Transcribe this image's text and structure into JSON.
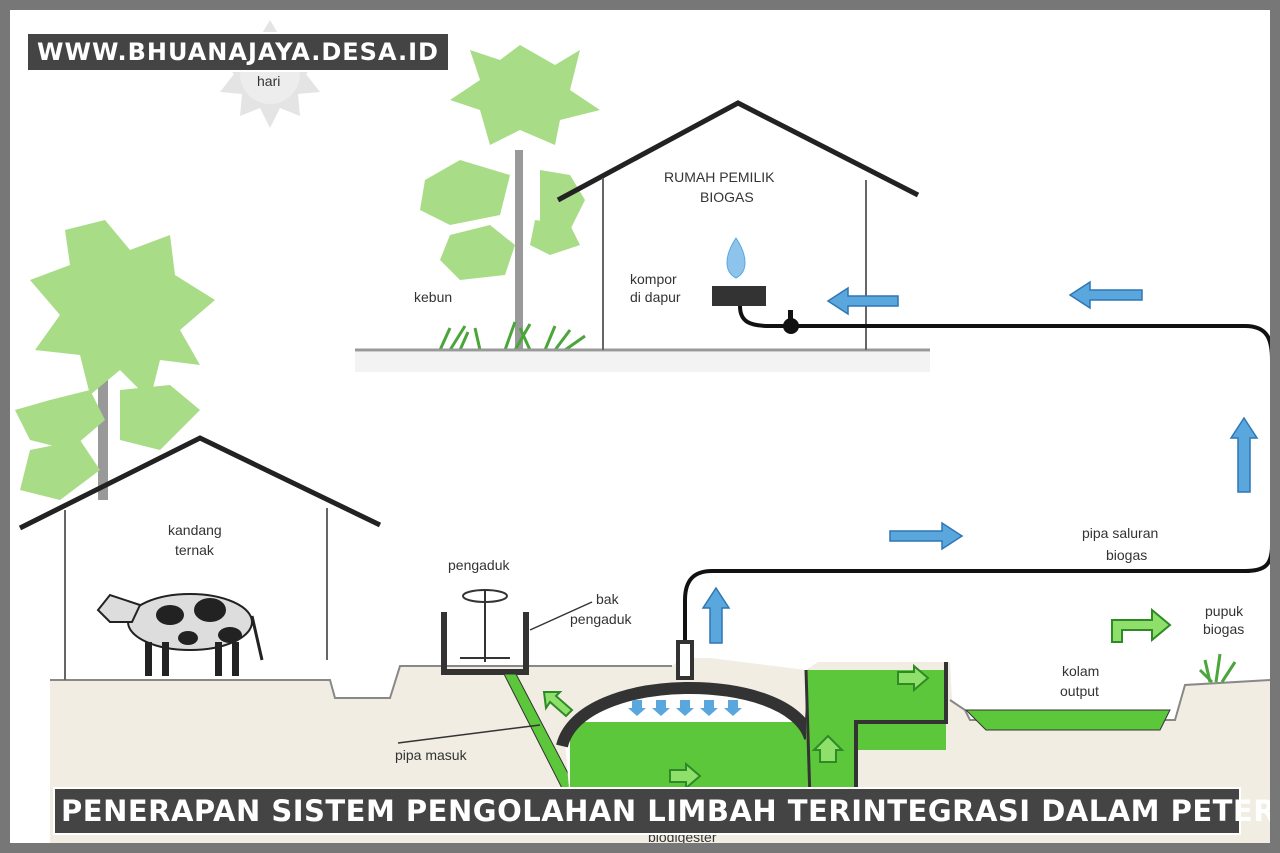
{
  "watermark": "WWW.BHUANAJAYA.DESA.ID",
  "caption": "PENERAPAN SISTEM PENGOLAHAN LIMBAH TERINTEGRASI DALAM PETERNAKAN MODERN",
  "labels": {
    "sun": "hari",
    "owner_house_line1": "RUMAH PEMILIK",
    "owner_house_line2": "BIOGAS",
    "stove_line1": "kompor",
    "stove_line2": "di dapur",
    "garden": "kebun",
    "barn_line1": "kandang",
    "barn_line2": "ternak",
    "stirrer": "pengaduk",
    "mixing_tank_line1": "bak",
    "mixing_tank_line2": "pengaduk",
    "inlet_pipe": "pipa masuk",
    "biodigester": "biodigester",
    "pipe_line1": "pipa saluran",
    "pipe_line2": "biogas",
    "output_pond_line1": "kolam",
    "output_pond_line2": "output",
    "fertilizer_line1": "pupuk",
    "fertilizer_line2": "biogas"
  },
  "colors": {
    "slurry_green": "#5cc73a",
    "arrow_blue": "#5aa7de",
    "tree_green": "#a8dc86",
    "ground": "#f1ede2"
  }
}
